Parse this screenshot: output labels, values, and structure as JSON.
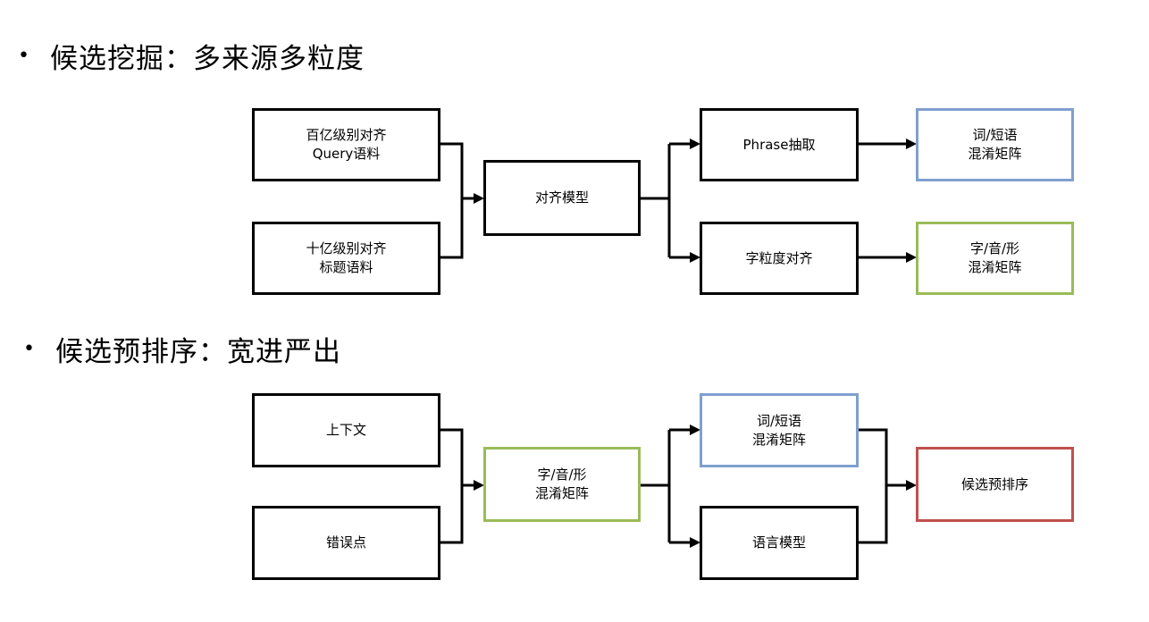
{
  "section1": {
    "bullet": "•",
    "heading": "候选挖掘：多来源多粒度",
    "boxes": {
      "corpus_query": [
        "百亿级别对齐",
        "Query语料"
      ],
      "corpus_title": [
        "十亿级别对齐",
        "标题语料"
      ],
      "align_model": [
        "对齐模型"
      ],
      "phrase_extract": [
        "Phrase抽取"
      ],
      "char_align": [
        "字粒度对齐"
      ],
      "word_matrix": [
        "词/短语",
        "混淆矩阵"
      ],
      "char_matrix": [
        "字/音/形",
        "混淆矩阵"
      ]
    }
  },
  "section2": {
    "bullet": "•",
    "heading": "候选预排序：宽进严出",
    "boxes": {
      "context": [
        "上下文"
      ],
      "error_point": [
        "错误点"
      ],
      "char_matrix": [
        "字/音/形",
        "混淆矩阵"
      ],
      "word_matrix": [
        "词/短语",
        "混淆矩阵"
      ],
      "language_model": [
        "语言模型"
      ],
      "pre_rank": [
        "候选预排序"
      ]
    }
  },
  "colors": {
    "word_matrix_border": "#7fa0cf",
    "char_matrix_border": "#9bbb59",
    "pre_rank_border": "#c0504d"
  }
}
